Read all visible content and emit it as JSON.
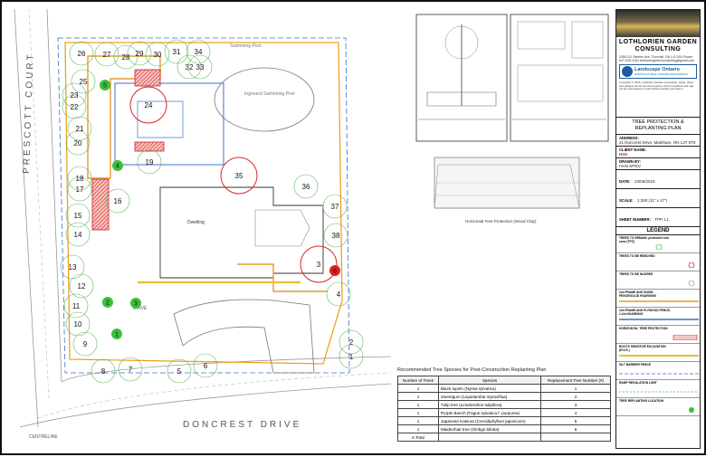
{
  "street_labels": {
    "west": "PRESCOTT COURT",
    "south": "DONCREST DRIVE",
    "centreline": "CENTRELINE"
  },
  "site_labels": {
    "pool": "Inground Swimming Pool",
    "pool_north": "Swimming Pool",
    "house": "Dwelling",
    "driveway": "DRIVE"
  },
  "tree_numbers": [
    "1",
    "2",
    "3",
    "4",
    "5",
    "6",
    "7",
    "8",
    "9",
    "10",
    "11",
    "12",
    "13",
    "14",
    "15",
    "16",
    "17",
    "18",
    "19",
    "20",
    "21",
    "22",
    "23",
    "24",
    "25",
    "26",
    "27",
    "28",
    "29",
    "30",
    "31",
    "32",
    "33",
    "34",
    "35",
    "36",
    "37",
    "38"
  ],
  "replant_numbers": [
    "1",
    "2",
    "3",
    "4",
    "5",
    "6"
  ],
  "details": {
    "horizontal_caption": "Horizontal Tree Protection (Wood Chip)"
  },
  "title_block": {
    "company": "LOTHLORIEN GARDEN CONSULTING",
    "address": "3355-111 Steeles Ave, Thornhill, ON L4J 000 Phone: 647-000-1234 lothloriengardenconsulting@gmail.com",
    "lo_name": "Landscape Ontario",
    "lo_sub": "HORTICULTURAL TRADES ASSOCIATION",
    "copyright": "Copyright © 2019, Lothlorien Garden Consulting. Ideas, plans and designs herein are the property of the consultant and may not be reproduced or used without written permission.",
    "sheet_title": "TREE PROTECTION & REPLANTING PLAN",
    "address_label": "ADDRESS:",
    "address_value": "21 Doncrest Drive, Markham, ON L3T 5T8",
    "client_label": "CLIENT NAME:",
    "client_value": "HSK",
    "drawn_label": "DRAWN BY:",
    "drawn_value": "IVAN MTEV",
    "date_label": "DATE:",
    "date_value": "24/06/2019",
    "scale_label": "SCALE:",
    "scale_value": "1:250 (11\" x 17\")",
    "sheet_label": "SHEET NUMBER:",
    "sheet_value": "TPP. L1",
    "legend_title": "LEGEND",
    "legend": [
      {
        "label": "TREES TO REMAIN: protected root zone (TPZ)",
        "symbol": "tree-remain"
      },
      {
        "label": "TREES TO BE REMOVED",
        "symbol": "tree-remove"
      },
      {
        "label": "TREES TO BE INJURED",
        "symbol": "tree-injure"
      },
      {
        "label": "2x4 FRAME AND SNOW-FENCE/SOLID HOARDING",
        "symbol": "hoarding-orange"
      },
      {
        "label": "2x4 FRAME AND PLYWOOD FENCE, 1.2m HOARDING",
        "symbol": "hoarding-blue"
      },
      {
        "label": "HORIZONTAL TREE PROTECTION",
        "symbol": "hatch-red"
      },
      {
        "label": "ROOTS SENSITIVE EXCAVATION (R.S.E.)",
        "symbol": "rse-yellow"
      },
      {
        "label": "SILT BARRIER FENCE",
        "symbol": "silt-blue"
      },
      {
        "label": "RAMP REGULATION LIMIT",
        "symbol": "ramp-green"
      },
      {
        "label": "TREE REPLANTING LOCATION",
        "symbol": "replant-green"
      }
    ]
  },
  "replanting_table": {
    "title": "Recommended Tree Species for Post-Construction Replanting Plan",
    "headers": [
      "Number of Trees",
      "Species",
      "Replacement Tree Number (#)"
    ],
    "rows": [
      [
        "1",
        "Black tupelo (Nyssa sylvatica)",
        "1"
      ],
      [
        "1",
        "Sweetgum (Liquidambar styraciflua)",
        "2"
      ],
      [
        "1",
        "Tulip tree (Liriodendron tulipifera)",
        "3"
      ],
      [
        "1",
        "Purple Beech (Fagus sylvatica f. purpurea)",
        "4"
      ],
      [
        "1",
        "Japanese Katsura (Cercidiphyllum japonicum)",
        "5"
      ],
      [
        "1",
        "Maidenhair tree (Ginkgo biloba)",
        "6"
      ]
    ],
    "total": "6 Total"
  }
}
